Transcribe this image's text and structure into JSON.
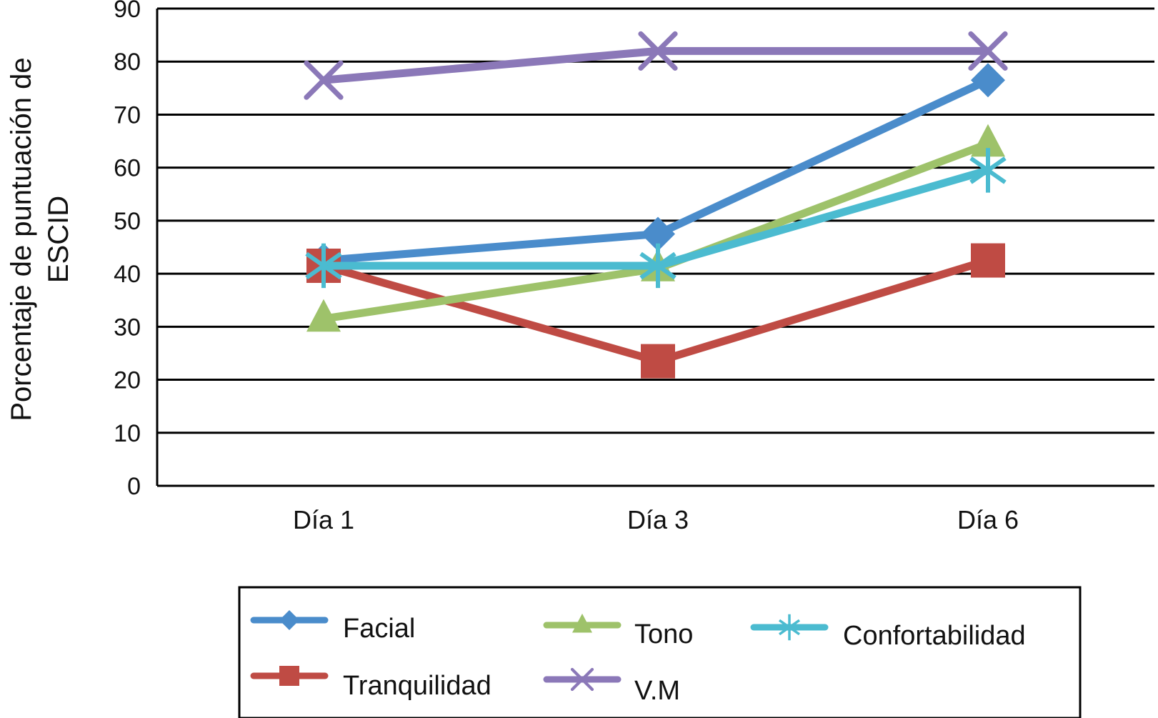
{
  "chart_data": {
    "type": "line",
    "title": "",
    "xlabel": "",
    "ylabel": "Porcentaje de puntuación de ESCID",
    "ylabel_lines": [
      "Porcentaje de puntuación de",
      "ESCID"
    ],
    "categories": [
      "Día 1",
      "Día 3",
      "Día 6"
    ],
    "ylim": [
      0,
      90
    ],
    "yticks": [
      "0",
      "10",
      "20",
      "30",
      "40",
      "50",
      "60",
      "70",
      "80",
      "90"
    ],
    "grid": true,
    "legend_position": "bottom",
    "series": [
      {
        "name": "Facial",
        "values": [
          42.5,
          47.5,
          76.5
        ],
        "color": "#4a8ccb",
        "marker": "diamond"
      },
      {
        "name": "Tranquilidad",
        "values": [
          41.5,
          23.5,
          42.5
        ],
        "color": "#bf4b44",
        "marker": "square"
      },
      {
        "name": "Tono",
        "values": [
          31.5,
          41.0,
          64.5
        ],
        "color": "#9ec26a",
        "marker": "triangle"
      },
      {
        "name": "V.M",
        "values": [
          76.5,
          82.0,
          82.0
        ],
        "color": "#8b78b8",
        "marker": "x"
      },
      {
        "name": "Confortabilidad",
        "values": [
          41.5,
          41.5,
          59.5
        ],
        "color": "#4bbbd0",
        "marker": "star"
      }
    ]
  }
}
